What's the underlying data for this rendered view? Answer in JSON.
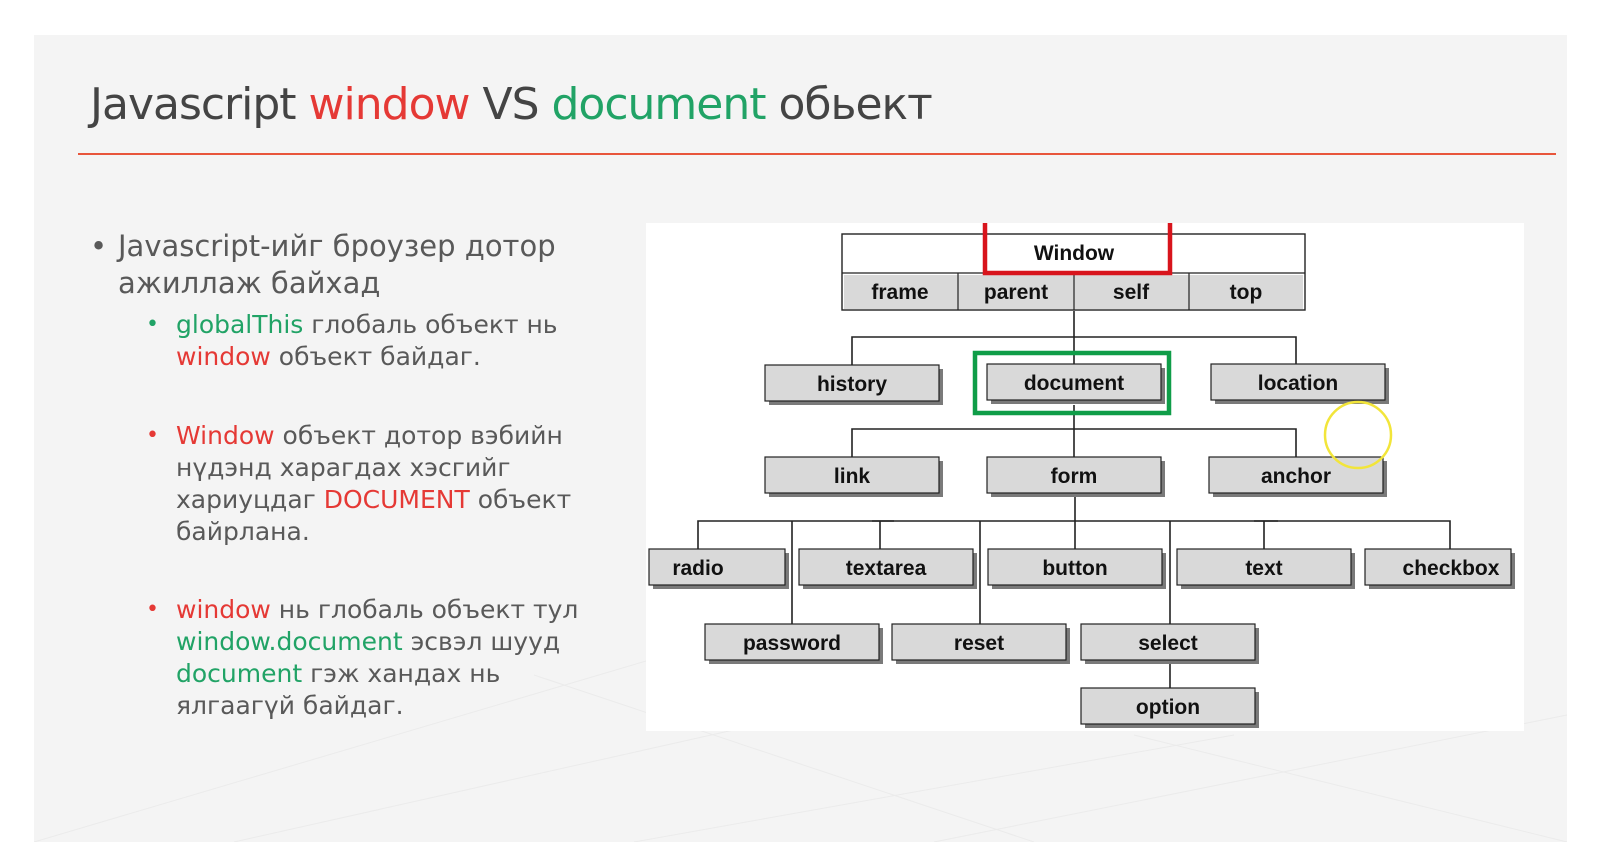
{
  "slide": {
    "title": {
      "part1": "Javascript ",
      "part2": "window",
      "part3": " VS ",
      "part4": "document",
      "part5": " обьект"
    },
    "colors": {
      "accent_red": "#e53935",
      "accent_green": "#21a366",
      "rule": "#e8553b",
      "highlight_circle": "#f2e53a"
    },
    "bullet1": "Javascript-ийг броузер дотор ажиллаж байхад",
    "sub1": {
      "a": "globalThis",
      "b": " глобаль объект нь ",
      "c": "window",
      "d": " объект байдаг."
    },
    "sub2": {
      "a": "Window",
      "b": " объект дотор вэбийн нүдэнд харагдах хэсгийг хариуцдаг ",
      "c": "DOCUMENT",
      "d": " объект байрлана."
    },
    "sub3": {
      "a": "window",
      "b": " нь глобаль объект тул ",
      "c": "window.document",
      "d": " эсвэл шууд ",
      "e": "document",
      "f": " гэж хандах нь ялгаагүй байдаг."
    }
  },
  "diagram": {
    "window": "Window",
    "frame": "frame",
    "parent": "parent",
    "self": "self",
    "top": "top",
    "history": "history",
    "document": "document",
    "location": "location",
    "link": "link",
    "form": "form",
    "anchor": "anchor",
    "radio": "radio",
    "textarea": "textarea",
    "button": "button",
    "text": "text",
    "checkbox": "checkbox",
    "password": "password",
    "reset": "reset",
    "select": "select",
    "option": "option"
  }
}
